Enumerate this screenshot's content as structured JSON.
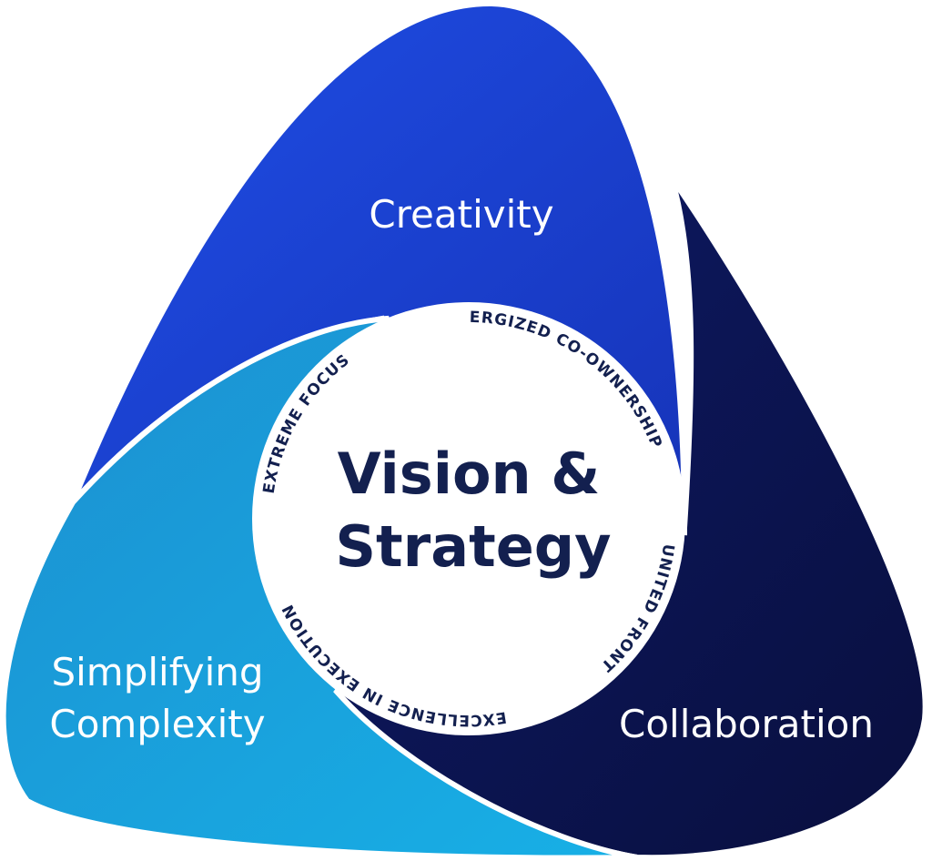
{
  "sections": {
    "creativity": {
      "label": "Creativity",
      "color": "#1c43dc"
    },
    "collaboration": {
      "label": "Collaboration",
      "color": "#0b1451"
    },
    "simplifying": {
      "label_line1": "Simplifying",
      "label_line2": "Complexity",
      "color": "#19a3dc"
    }
  },
  "center": {
    "line1": "Vision &",
    "line2": "Strategy",
    "color": "#13204f"
  },
  "ring_values": [
    {
      "label": "ENERGIZED CO-OWNERSHIP"
    },
    {
      "label": "UNITED FRONT"
    },
    {
      "label": "EXCELLENCE IN EXECUTION"
    },
    {
      "label": "EXTREME FOCUS"
    }
  ]
}
